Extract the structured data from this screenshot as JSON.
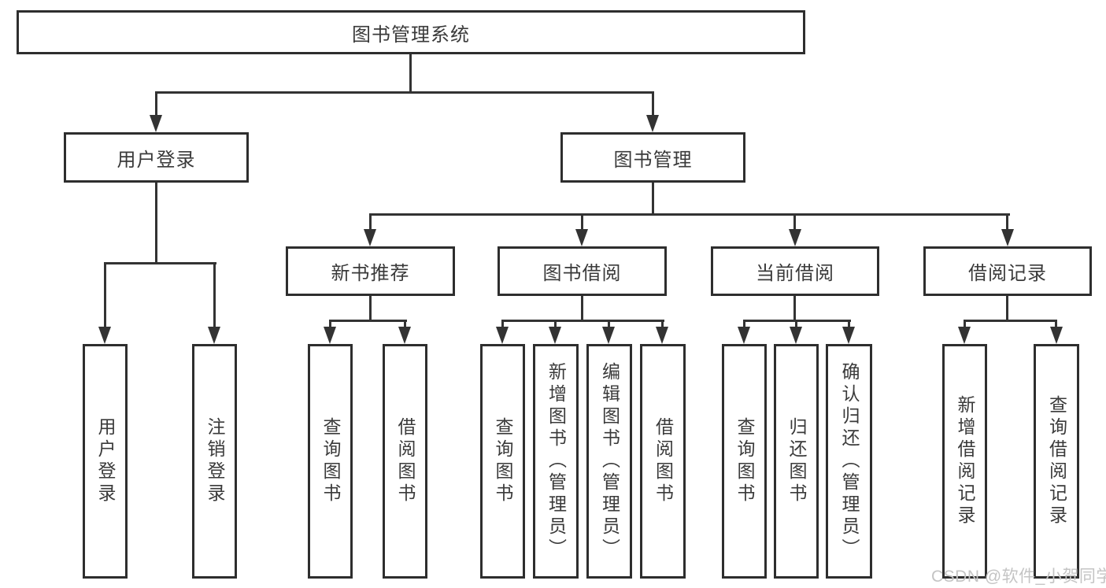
{
  "diagram_type": "hierarchy",
  "tree": {
    "root": "图书管理系统",
    "level2": {
      "login": "用户登录",
      "management": "图书管理"
    },
    "level3": {
      "recommend": "新书推荐",
      "borrow": "图书借阅",
      "current": "当前借阅",
      "records": "借阅记录"
    },
    "leaves": {
      "login": [
        "用户登录",
        "注销登录"
      ],
      "recommend": [
        "查询图书",
        "借阅图书"
      ],
      "borrow": [
        "查询图书",
        "新增图书（管理员）",
        "编辑图书（管理员）",
        "借阅图书"
      ],
      "current": [
        "查询图书",
        "归还图书",
        "确认归还（管理员）"
      ],
      "records": [
        "新增借阅记录",
        "查询借阅记录"
      ]
    }
  },
  "watermark": "CSDN @软件_小贺同学",
  "colors": {
    "line": "#333333",
    "border": "#2e2e2e",
    "text": "#3a3a3a",
    "watermark": "#c4c4c4",
    "background": "#ffffff"
  }
}
